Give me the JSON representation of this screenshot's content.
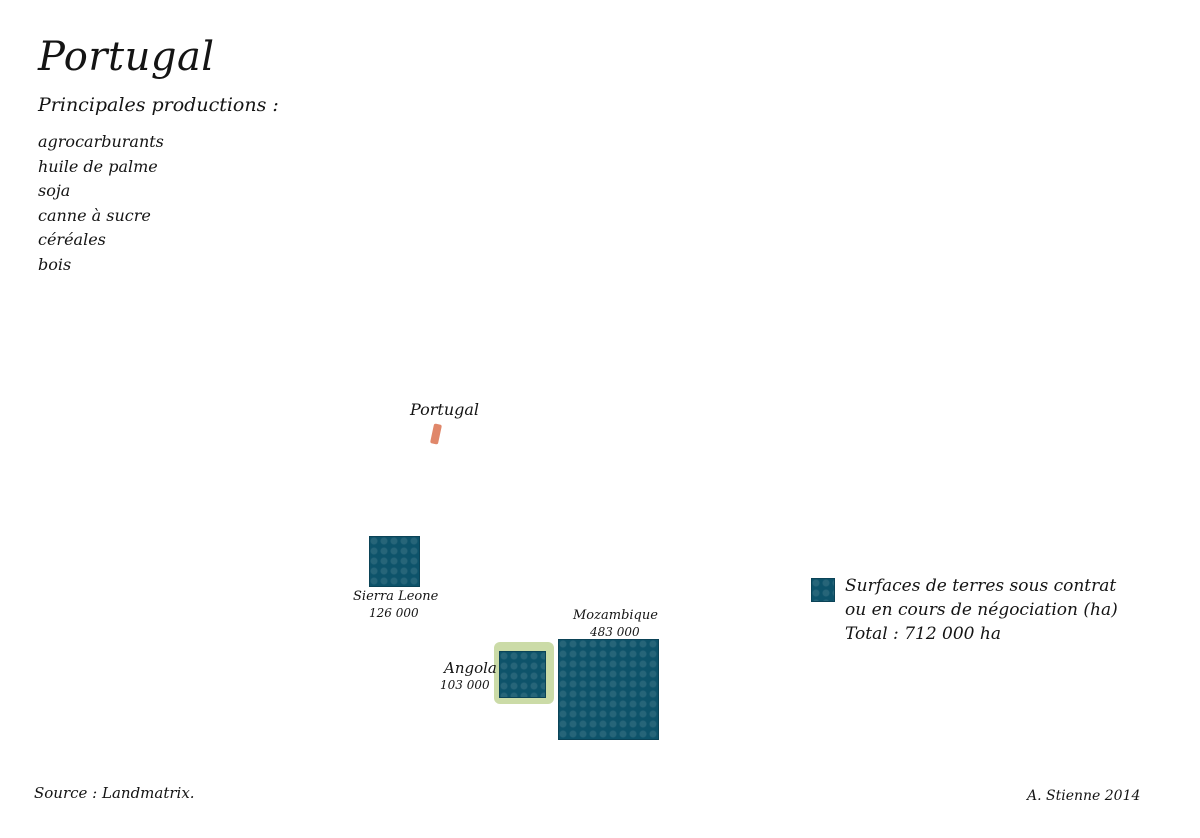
{
  "header": {
    "title": "Portugal",
    "subtitle": "Principales productions :",
    "productions": [
      "agrocarburants",
      "huile de palme",
      "soja",
      "canne à sucre",
      "céréales",
      "bois"
    ]
  },
  "map": {
    "investor": {
      "name": "Portugal",
      "color": "#e0876a"
    },
    "countries": [
      {
        "name": "Sierra Leone",
        "value_label": "126 000",
        "hectares": 126000
      },
      {
        "name": "Angola",
        "value_label": "103 000",
        "hectares": 103000,
        "tint_color": "#b9cf8a"
      },
      {
        "name": "Mozambique",
        "value_label": "483 000",
        "hectares": 483000
      }
    ],
    "square_color": "#0f5a72"
  },
  "legend": {
    "line1": "Surfaces de terres sous contrat",
    "line2": "ou en cours de négociation (ha)",
    "total": "Total : 712 000 ha"
  },
  "footer": {
    "source": "Source : Landmatrix.",
    "author": "A. Stienne 2014"
  }
}
